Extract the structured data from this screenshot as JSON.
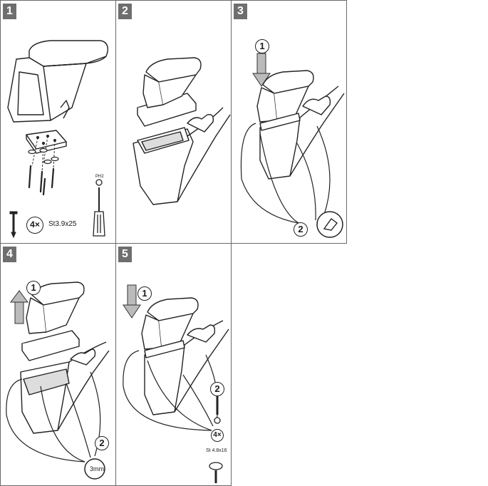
{
  "steps": [
    {
      "number": "1"
    },
    {
      "number": "2"
    },
    {
      "number": "3"
    },
    {
      "number": "4"
    },
    {
      "number": "5"
    }
  ],
  "step1": {
    "screw_count": "4×",
    "screw_spec": "St3.9x25",
    "screwdriver_tip": "PH2"
  },
  "step3": {
    "callout_1": "1",
    "callout_2": "2"
  },
  "step4": {
    "callout_1": "1",
    "callout_2": "2",
    "drill_size": "3mm"
  },
  "step5": {
    "callout_1": "1",
    "callout_2": "2",
    "screw_count": "4×",
    "screw_spec": "St 4.8x16"
  }
}
